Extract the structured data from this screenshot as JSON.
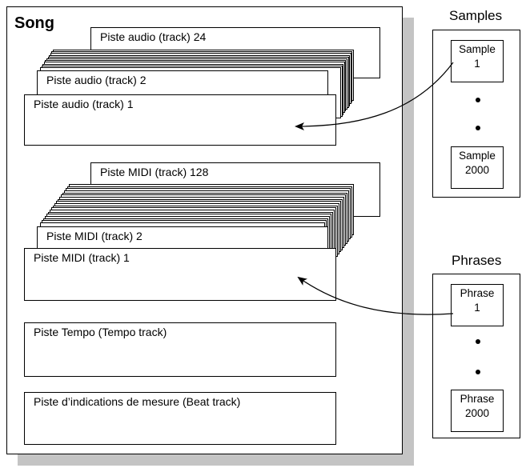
{
  "song": {
    "title": "Song"
  },
  "audio_stack": {
    "top_label": "Piste audio (track) 24",
    "second_label": "Piste audio (track) 2",
    "front_label": "Piste audio (track) 1"
  },
  "midi_stack": {
    "top_label": "Piste MIDI (track) 128",
    "second_label": "Piste MIDI (track) 2",
    "front_label": "Piste MIDI (track) 1"
  },
  "tempo_track": {
    "label": "Piste Tempo (Tempo track)"
  },
  "beat_track": {
    "label": "Piste d’indications de mesure (Beat track)"
  },
  "samples": {
    "title": "Samples",
    "first": {
      "line1": "Sample",
      "line2": "1"
    },
    "last": {
      "line1": "Sample",
      "line2": "2000"
    }
  },
  "phrases": {
    "title": "Phrases",
    "first": {
      "line1": "Phrase",
      "line2": "1"
    },
    "last": {
      "line1": "Phrase",
      "line2": "2000"
    }
  }
}
